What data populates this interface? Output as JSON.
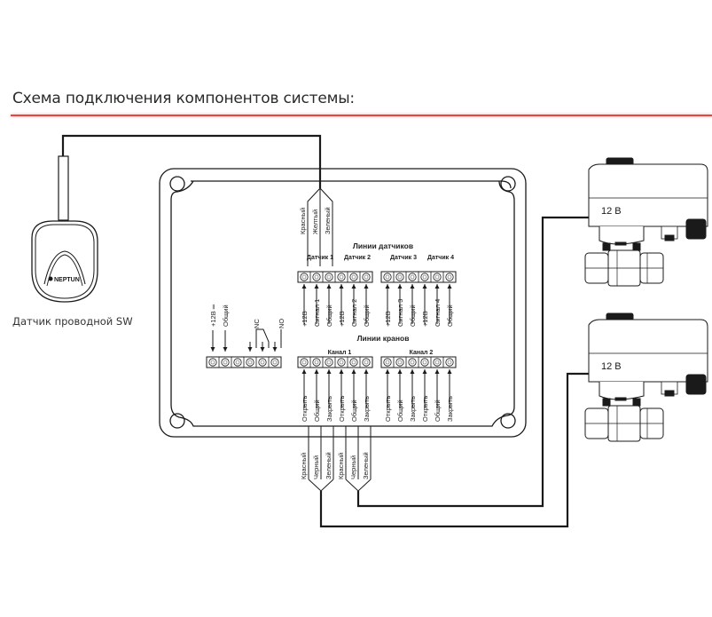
{
  "title": "Схема подключения компонентов системы:",
  "colors": {
    "accent_rule": "#e3473f",
    "line": "#1a1a1a",
    "text": "#222222"
  },
  "sensor": {
    "label": "Датчик проводной SW",
    "brand": "NEPTUN",
    "wires": [
      "Красный",
      "Желтый",
      "Зеленый"
    ]
  },
  "controller": {
    "sensor_lines_header": "Линии датчиков",
    "sensor_groups": [
      "Датчик 1",
      "Датчик 2",
      "Датчик 3",
      "Датчик 4"
    ],
    "sensor_terminals": [
      "+12В",
      "Сигнал 1",
      "Общий",
      "+12В",
      "Сигнал 2",
      "Общий",
      "+12В",
      "Сигнал 3",
      "Общий",
      "+12В",
      "Сигнал 4",
      "Общий"
    ],
    "power_terminals": [
      "+12В ═",
      "Общий"
    ],
    "relay_labels": [
      "NC",
      "NO"
    ],
    "valve_lines_header": "Линии кранов",
    "valve_channels": [
      "Канал 1",
      "Канал 2"
    ],
    "valve_terminals": [
      "Открыть",
      "Общий",
      "Закрыть",
      "Открыть",
      "Общий",
      "Закрыть",
      "Открыть",
      "Общий",
      "Закрыть",
      "Открыть",
      "Общий",
      "Закрыть"
    ],
    "valve_wires": [
      "Красный",
      "Черный",
      "Зеленый",
      "Красный",
      "Черный",
      "Зеленый"
    ]
  },
  "valves": [
    {
      "voltage_label": "12 В"
    },
    {
      "voltage_label": "12 В"
    }
  ]
}
